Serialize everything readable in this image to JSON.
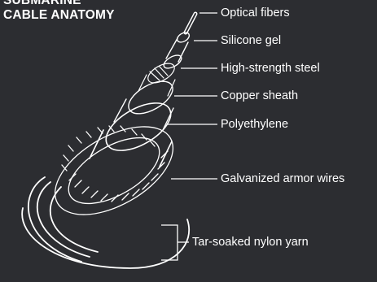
{
  "title": {
    "line1": "SUBMARINE",
    "line2": "CABLE ANATOMY"
  },
  "layers": [
    {
      "label": "Optical fibers"
    },
    {
      "label": "Silicone gel"
    },
    {
      "label": "High-strength steel"
    },
    {
      "label": "Copper sheath"
    },
    {
      "label": "Polyethylene"
    },
    {
      "label": "Galvanized armor wires"
    },
    {
      "label": "Tar-soaked nylon yarn"
    }
  ],
  "colors": {
    "background": "#2c2d31",
    "line": "#ffffff"
  }
}
